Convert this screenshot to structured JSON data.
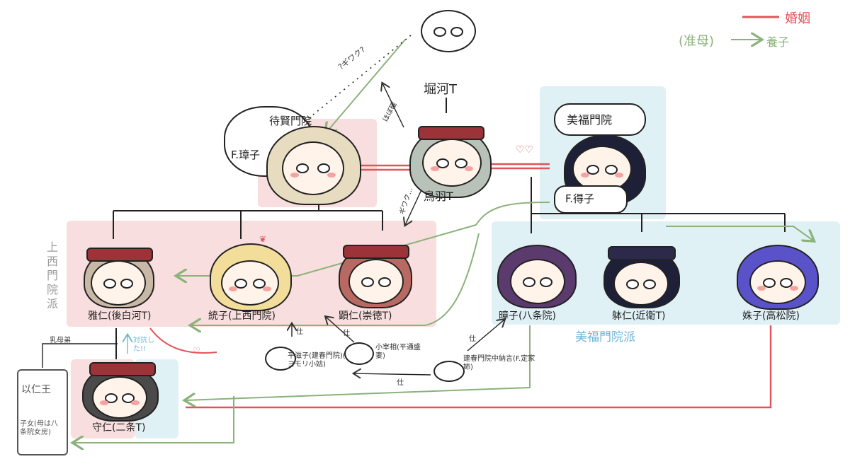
{
  "legend": {
    "marriage_label": "婚姻",
    "adoption_prefix": "(准母)",
    "adoption_label": "養子"
  },
  "top_figure": {
    "label": "堀河T"
  },
  "annotations": {
    "note_toba": "?ギワク?",
    "note_dots": "‥‥",
    "note_small": "ほぼ確",
    "note_girl": "ギワク…",
    "jiken_label": "待賢門院",
    "bifuku_bubble": "美福門院",
    "shi_1": "仕",
    "shi_2": "仕",
    "shi_3": "仕",
    "shi_4": "仕",
    "taigaku": "対抗した!!",
    "milk_brother": "乳母弟"
  },
  "people": {
    "shoshi": "F.璋子",
    "toba": "鳥羽T",
    "tokushi": "F.得子",
    "masahito": "雅仁(後白河T)",
    "muneko": "統子(上西門院)",
    "akihito": "顕仁(崇徳T)",
    "akiko": "暲子(八条院)",
    "narihito": "躰仁(近衛T)",
    "shushi": "姝子(高松院)",
    "morihito": "守仁(二条T)",
    "ijin": "以仁王",
    "ijin_child": "子女(母は八条院女房)",
    "tairano": "平滋子(建春門院)(キヨモリ小姑)",
    "kosaisho": "小宰相(平通盛妻)",
    "kenshun_chunagon": "建春門院中納言(F.定家姉)"
  },
  "groups": {
    "jomon_group": "上西門院派",
    "bifuku_group": "美福門院派"
  },
  "colors": {
    "marriage": "#e0555a",
    "adoption": "#8ab27a",
    "pink_region": "#f8dede",
    "blue_region": "#e0f1f6",
    "group_text_gray": "#9a9a9a",
    "group_text_blue": "#6fb6d6"
  }
}
